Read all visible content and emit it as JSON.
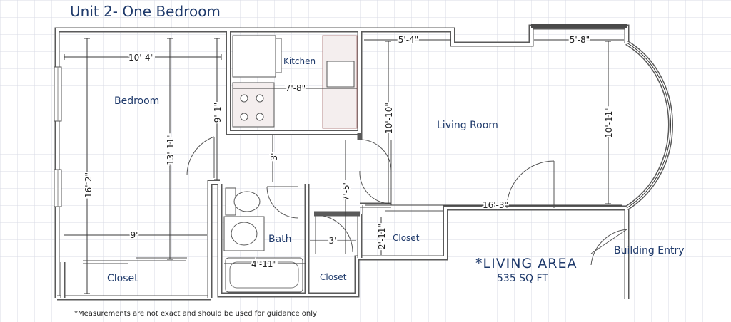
{
  "title": "Unit 2- One Bedroom",
  "rooms": {
    "bedroom": "Bedroom",
    "kitchen": "Kitchen",
    "living_room": "Living Room",
    "bath": "Bath",
    "closet_bedroom": "Closet",
    "closet_bath": "Closet",
    "closet_living": "Closet",
    "building_entry": "Building Entry"
  },
  "dimensions": {
    "bedroom_width": "10'-4\"",
    "bedroom_height": "16'-2\"",
    "bedroom_inner_height": "13'-11\"",
    "bedroom_closet_width": "9'",
    "kitchen_height": "9'-1\"",
    "kitchen_width": "7'-8\"",
    "hall_width": "3'",
    "hall_length": "7'-5\"",
    "living_left_width": "5'-4\"",
    "living_right_width": "5'-8\"",
    "living_left_height": "10'-10\"",
    "living_right_height": "10'-11\"",
    "living_length": "16'-3\"",
    "bath_tub_width": "4'-11\"",
    "bath_closet_width": "3'",
    "living_closet_height": "2'-11\""
  },
  "living_area": {
    "label": "*LIVING AREA",
    "value": "535 SQ FT"
  },
  "note": "*Measurements are not exact and should be used for guidance only",
  "colors": {
    "label_blue": "#1f3a6b",
    "grid": "#d9dbe6",
    "wall": "#5a5a5a"
  }
}
